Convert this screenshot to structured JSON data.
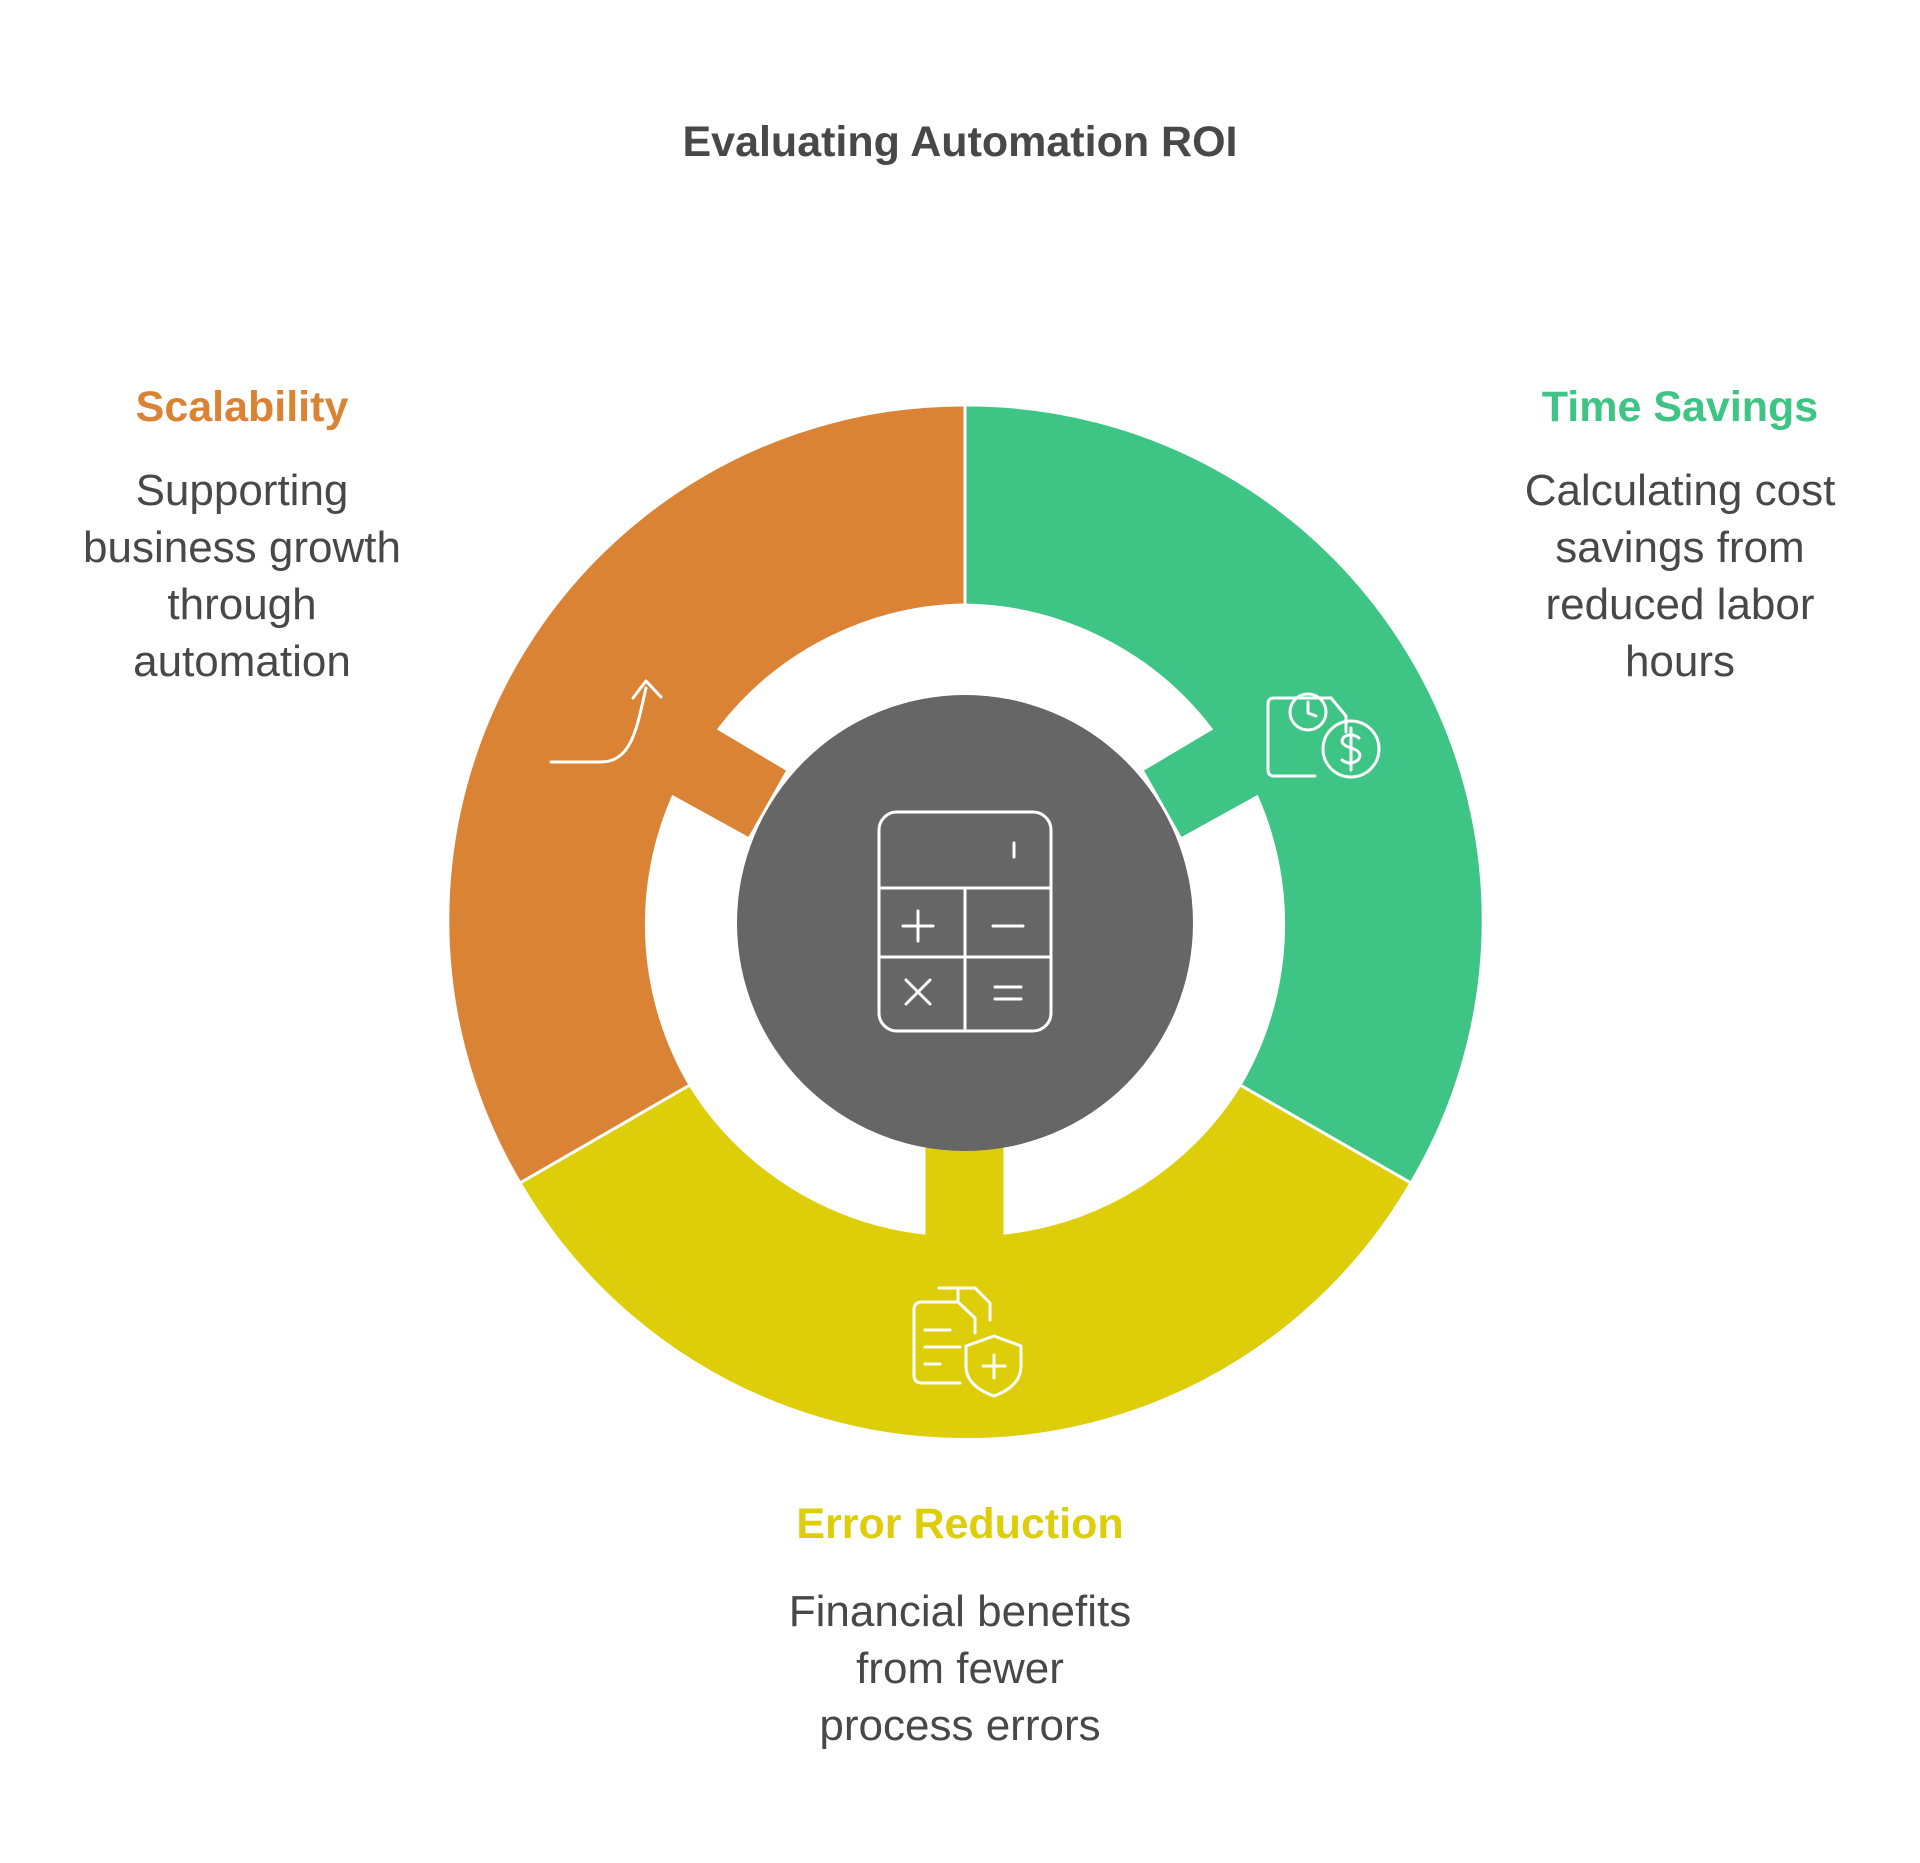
{
  "title": "Evaluating Automation ROI",
  "colors": {
    "scalability": "#DB8335",
    "time_savings": "#3EC484",
    "error_reduction": "#DECE0A",
    "center": "#666666",
    "text": "#484848"
  },
  "segments": {
    "scalability": {
      "label": "Scalability",
      "description": [
        "Supporting",
        "business growth",
        "through",
        "automation"
      ],
      "icon": "trend-up-arrow-icon"
    },
    "time_savings": {
      "label": "Time Savings",
      "description": [
        "Calculating cost",
        "savings from",
        "reduced labor",
        "hours"
      ],
      "icon": "clock-dollar-document-icon"
    },
    "error_reduction": {
      "label": "Error Reduction",
      "description": [
        "Financial benefits",
        "from fewer",
        "process errors"
      ],
      "icon": "document-shield-icon"
    }
  },
  "center": {
    "icon": "calculator-icon"
  }
}
